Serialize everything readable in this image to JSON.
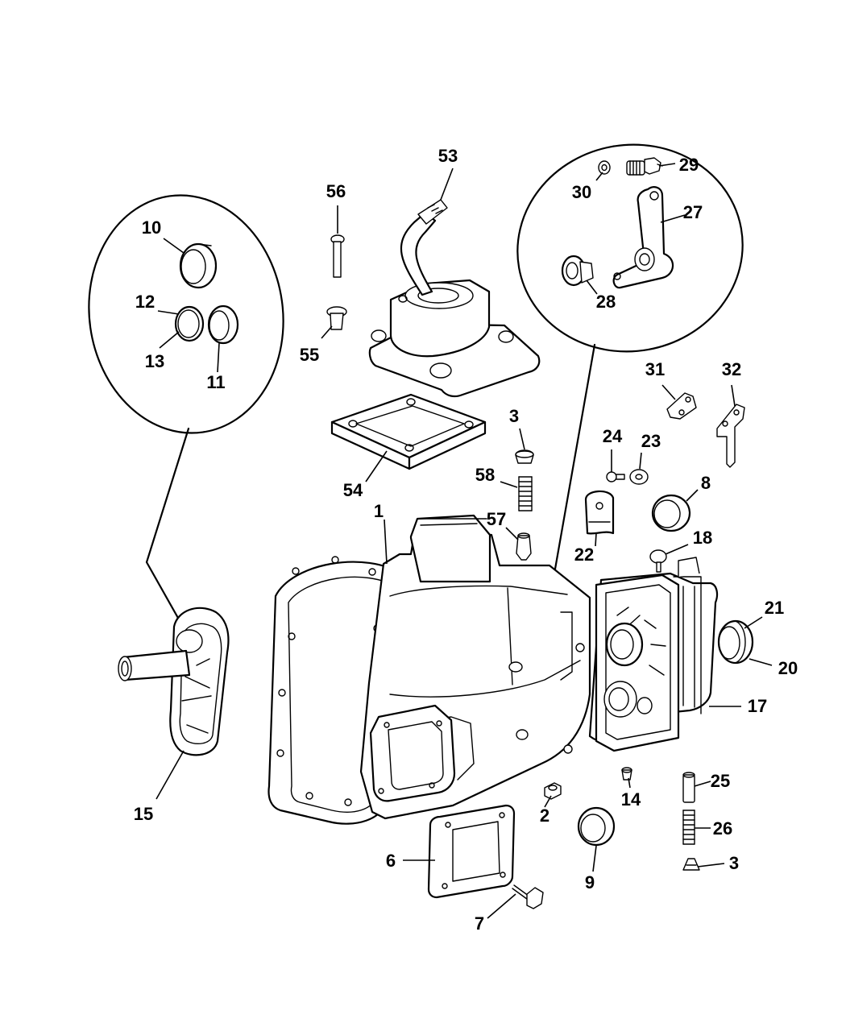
{
  "callouts": {
    "c1": "1",
    "c2": "2",
    "c3a": "3",
    "c3b": "3",
    "c6": "6",
    "c7": "7",
    "c8": "8",
    "c9": "9",
    "c10": "10",
    "c11": "11",
    "c12": "12",
    "c13": "13",
    "c14": "14",
    "c15": "15",
    "c17": "17",
    "c18": "18",
    "c20": "20",
    "c21": "21",
    "c22": "22",
    "c23": "23",
    "c24": "24",
    "c25": "25",
    "c26": "26",
    "c27": "27",
    "c28": "28",
    "c29": "29",
    "c30": "30",
    "c31": "31",
    "c32": "32",
    "c53": "53",
    "c54": "54",
    "c55": "55",
    "c56": "56",
    "c57": "57",
    "c58": "58"
  }
}
